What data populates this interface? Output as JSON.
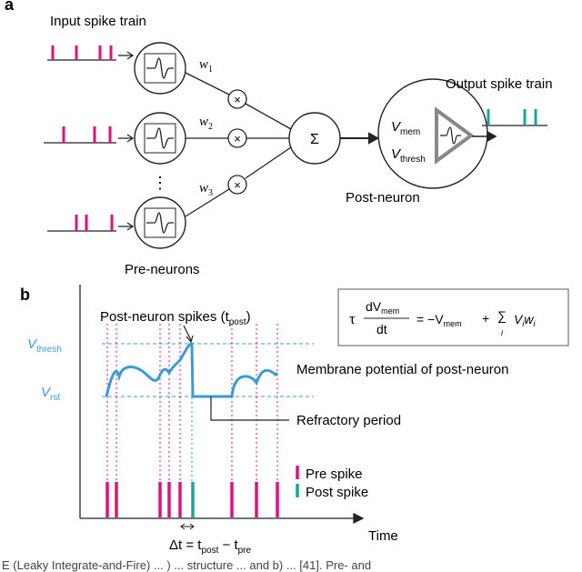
{
  "panel_a": {
    "label": "a",
    "input_title": "Input spike train",
    "output_title": "Output spike train",
    "pre_label": "Pre-neurons",
    "post_label": "Post-neuron",
    "weights": [
      "w",
      "w",
      "w"
    ],
    "weight_subs": [
      "1",
      "2",
      "3"
    ],
    "times_symbol": "×",
    "sum_symbol": "Σ",
    "ellipsis": "⋮",
    "vmem_main": "V",
    "vmem_sub": "mem",
    "vthresh_main": "V",
    "vthresh_sub": "thresh"
  },
  "panel_b": {
    "label": "b",
    "spikes_label": "Post-neuron spikes (t",
    "spikes_sub": "post",
    "spikes_close": ")",
    "vthresh_main": "V",
    "vthresh_sub": "thresh",
    "vrst_main": "V",
    "vrst_sub": "rst",
    "membrane_label": "Membrane potential of post-neuron",
    "refractory_label": "Refractory period",
    "legend_pre": "Pre spike",
    "legend_post": "Post spike",
    "time_label": "Time",
    "dt_main": "Δt = t",
    "dt_sub1": "post",
    "dt_mid": " − t",
    "dt_sub2": "pre",
    "eq_tau": "τ",
    "eq_num": "dV",
    "eq_num_sub": "mem",
    "eq_den": "dt",
    "eq_rhs1": "= −V",
    "eq_rhs1_sub": "mem",
    "eq_plus": "+",
    "eq_sum": "∑",
    "eq_sum_sub": "i",
    "eq_term": "V",
    "eq_term_sub1": "i",
    "eq_term_w": "w",
    "eq_term_sub2": "i"
  },
  "caption": "E (Leaky Integrate-and-Fire) ... ) ... structure ... and b) ... [41]. Pre- and",
  "colors": {
    "pre_spike": "#e0117f",
    "post_spike": "#1aa59a",
    "membrane": "#3a9bd9",
    "threshold_line": "#3a9bd9",
    "axis": "#222222"
  }
}
